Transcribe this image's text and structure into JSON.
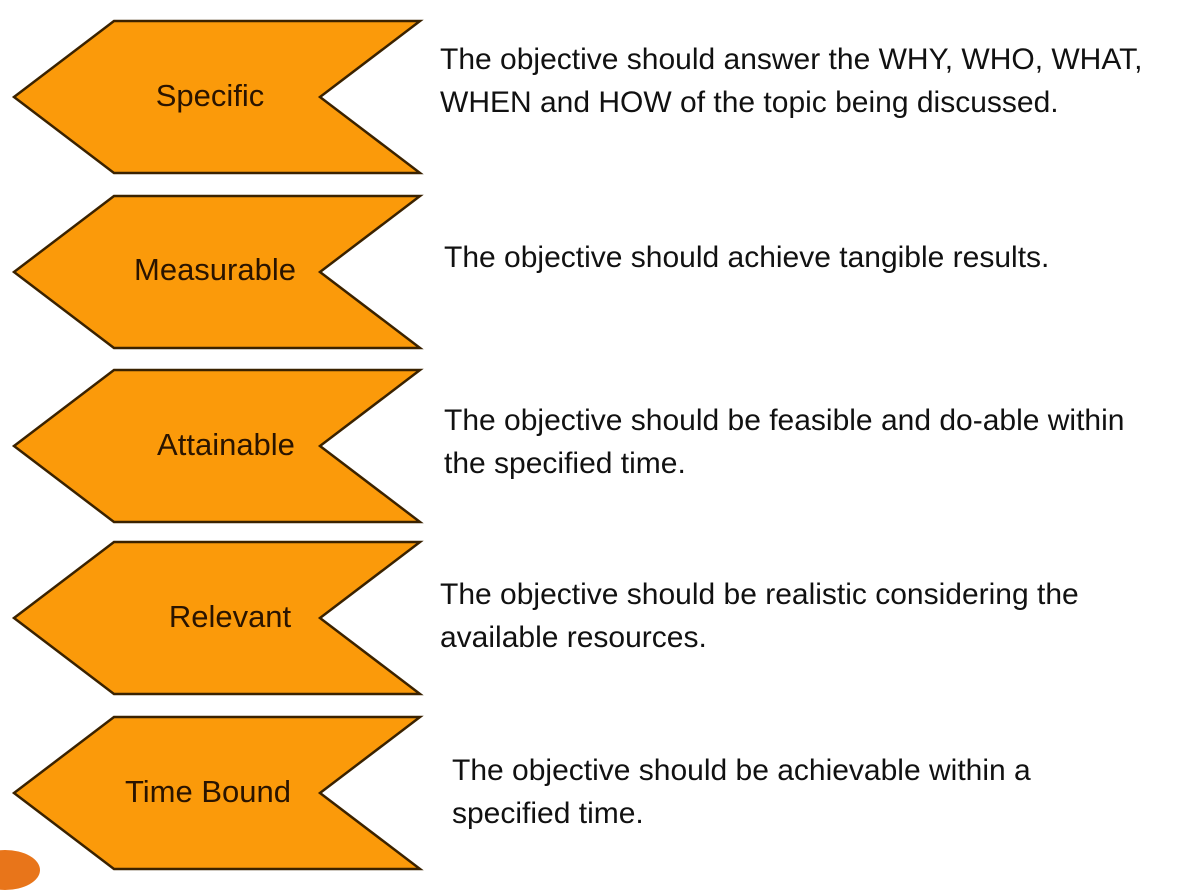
{
  "colors": {
    "fill": "#fb9a0a",
    "stroke": "#3a2200",
    "accent": "#e8751a"
  },
  "items": [
    {
      "label": "Specific",
      "description": "The objective should answer the WHY, WHO, WHAT, WHEN and HOW of the topic being discussed."
    },
    {
      "label": "Measurable",
      "description": "The objective should achieve tangible results."
    },
    {
      "label": "Attainable",
      "description": "The objective should be feasible and do-able within the specified time."
    },
    {
      "label": "Relevant",
      "description": "The objective should be realistic considering the available resources."
    },
    {
      "label": "Time Bound",
      "description": "The objective should be achievable within a specified time."
    }
  ]
}
